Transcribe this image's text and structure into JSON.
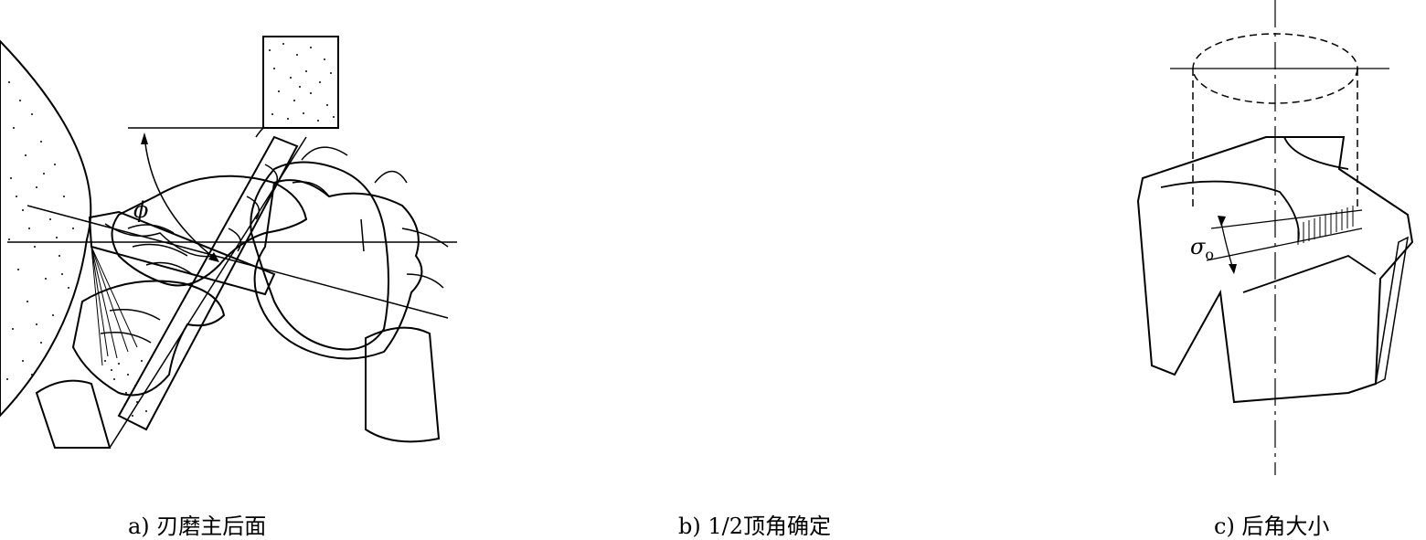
{
  "panels": [
    {
      "caption": "a) 刃磨主后面"
    },
    {
      "caption": "b) 1/2顶角确定",
      "angle_label": "ϕ"
    },
    {
      "caption": "c) 后角大小",
      "angle_label": "σ",
      "angle_subscript": "o"
    }
  ]
}
